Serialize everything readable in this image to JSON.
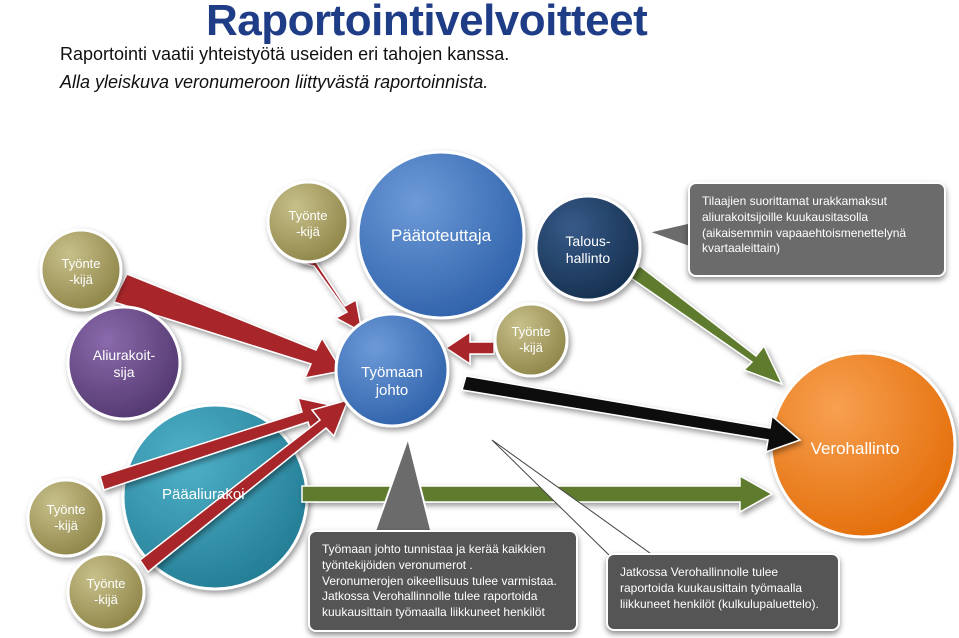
{
  "title": "Raportointivelvoitteet",
  "subtitle_1": "Raportointi vaatii yhteistyötä useiden eri tahojen kanssa.",
  "subtitle_2": "Alla yleiskuva veronumeroon liittyvästä raportoinnista.",
  "nodes": {
    "worker_left": "Työnte\n-kijä",
    "worker_top": "Työnte\n-kijä",
    "main_contractor": "Päätoteuttaja",
    "finance": "Talous-\nhallinto",
    "subcontractor": "Aliurakoit-\nsija",
    "site_management": "Työmaan\njohto",
    "worker_mid": "Työnte\n-kijä",
    "tax_admin": "Verohallinto",
    "prime_sub": "Pääaliurakoitsija",
    "worker_bottom_left": "Työnte\n-kijä",
    "worker_bottom": "Työnte\n-kijä"
  },
  "callouts": {
    "top_right": "Tilaajien suorittamat urakkamaksut aliurakoitsijoille kuukausitasolla (aikaisemmin vapaaehtoismenettelynä kvartaaleittain)",
    "bottom_center": "Työmaan johto tunnistaa ja kerää kaikkien työntekijöiden veronumerot .\nVeronumerojen oikeellisuus tulee varmistaa.\nJatkossa Verohallinnolle tulee raportoida kuukausittain työmaalla liikkuneet henkilöt",
    "bottom_right": "Jatkossa Verohallinnolle tulee raportoida kuukausittain työmaalla liikkuneet henkilöt (kulkulupaluettelo)."
  },
  "colors": {
    "title": "#1f3c86",
    "olive": "#a39a5c",
    "blue": "#3f77c4",
    "navy": "#1d3c66",
    "purple": "#6a4a8c",
    "orange": "#f07d1a",
    "teal": "#2e93ad",
    "red_arrow": "#a8262c",
    "green_arrow": "#5f7b2e",
    "black_arrow": "#111111"
  }
}
